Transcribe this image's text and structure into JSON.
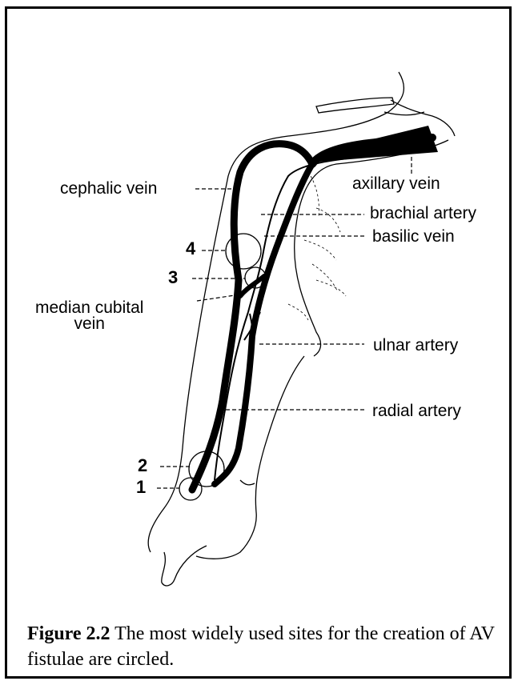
{
  "labels": {
    "cephalic_vein": "cephalic vein",
    "axillary_vein": "axillary vein",
    "brachial_artery": "brachial artery",
    "basilic_vein": "basilic vein",
    "median_cubital_vein": "median cubital\nvein",
    "ulnar_artery": "ulnar artery",
    "radial_artery": "radial artery"
  },
  "site_numbers": {
    "n1": "1",
    "n2": "2",
    "n3": "3",
    "n4": "4"
  },
  "caption": {
    "label": "Figure 2.2",
    "text": " The most widely used sites for the creation of AV fistulae are circled."
  },
  "colors": {
    "ink": "#000000",
    "paper": "#ffffff"
  }
}
